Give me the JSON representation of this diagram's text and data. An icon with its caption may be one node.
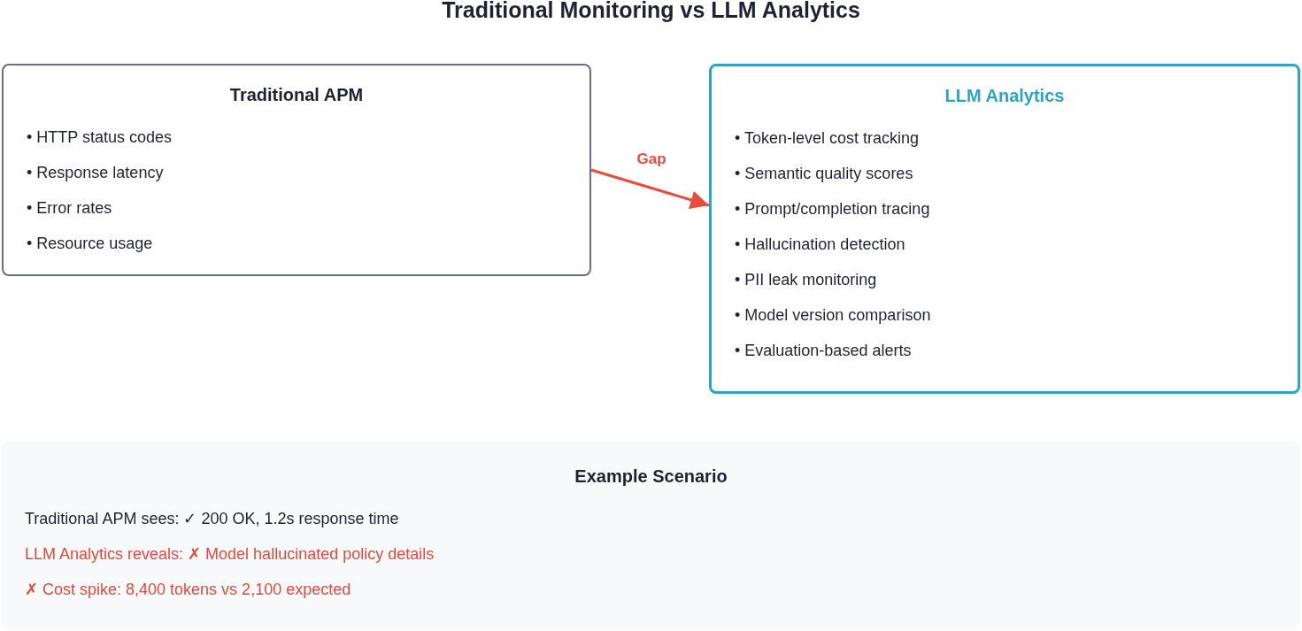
{
  "diagram": {
    "title": "Traditional Monitoring vs LLM Analytics",
    "nodes": [
      {
        "text": [
          "Traditional APM",
          "• HTTP status codes",
          "• Response latency",
          "• Error rates",
          "• Resource usage"
        ]
      },
      {
        "text": [
          "LLM Analytics",
          "• Token-level cost tracking",
          "• Semantic quality scores",
          "• Prompt/completion tracing",
          "• Hallucination detection",
          "• PII leak monitoring",
          "• Model version comparison",
          "• Evaluation-based alerts"
        ]
      },
      {
        "text": [
          "Example Scenario",
          "Traditional APM sees: ✓ 200 OK, 1.2s response time",
          "LLM Analytics reveals: ✗ Model hallucinated policy details",
          "✗ Cost spike: 8,400 tokens vs 2,100 expected"
        ]
      }
    ],
    "edges": [
      {
        "from": 0,
        "to": 1,
        "arrow": "to",
        "label": "Gap",
        "color": "#e74c3c"
      }
    ]
  }
}
